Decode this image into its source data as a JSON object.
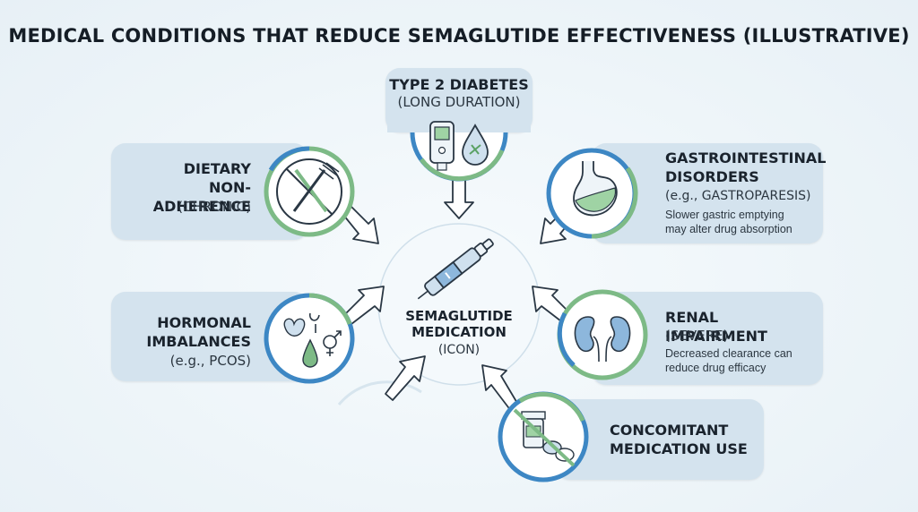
{
  "title": "MEDICAL CONDITIONS THAT REDUCE SEMAGLUTIDE EFFECTIVENESS (ILLUSTRATIVE)",
  "center": {
    "line1": "SEMAGLUTIDE",
    "line2": "MEDICATION",
    "line3": "(ICON)",
    "icon": "injection-pen-icon"
  },
  "factors": {
    "diabetes": {
      "head": "TYPE 2 DIABETES",
      "sub": "(LONG DURATION)",
      "icon": "glucose-meter-icon"
    },
    "dietary": {
      "head1": "DIETARY",
      "head2": "NON-ADHERENCE",
      "sub": "(CHRONIC)",
      "icon": "no-fork-knife-icon"
    },
    "gi": {
      "head1": "GASTROINTESTINAL",
      "head2": "DISORDERS",
      "sub": "(e.g., GASTROPARESIS)",
      "note1": "Slower gastric emptying",
      "note2": "may alter drug absorption",
      "icon": "stomach-icon"
    },
    "hormonal": {
      "head1": "HORMONAL",
      "head2": "IMBALANCES",
      "sub": "(e.g., PCOS)",
      "icon": "hormone-symbols-icon"
    },
    "renal": {
      "head": "RENAL IMPAIRMENT",
      "sub": "(SEVERE)",
      "note1": "Decreased clearance can",
      "note2": "reduce drug efficacy",
      "icon": "kidneys-icon"
    },
    "concomitant": {
      "head1": "CONCOMITANT",
      "head2": "MEDICATION USE",
      "icon": "no-pills-icon"
    }
  },
  "colors": {
    "box": "#d4e3ee",
    "ring_blue": "#3d87c4",
    "ring_green": "#7dba86",
    "icon_stroke": "#2a3744",
    "accent_blue": "#8db7dc",
    "accent_green": "#9fd3a4"
  }
}
